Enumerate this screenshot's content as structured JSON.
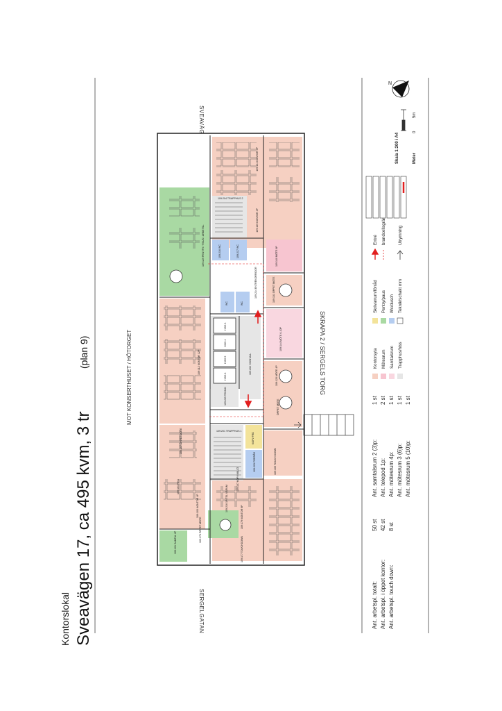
{
  "header": {
    "category": "Kontorslokal",
    "title_main": "Sveavägen 17, ca 495 kvm, 3 tr",
    "title_sub": "(plan 9)"
  },
  "streets": {
    "top": "SVEAVÄGEN",
    "bottom": "SERGELGATAN",
    "left": "MOT KONSERTHUSET / HÖTORGET",
    "right": "SKRAPA 2 / SERGELS TORG"
  },
  "rooms": {
    "kontor_4p_a": "109:134 KONTOR 4P",
    "kontor_4p_b": "109:139 KONTOR 4P",
    "trapphus_2": "109:204 TRAPPHUS 2",
    "pentry": "109:129 PENTRY / PAUS / ARBETSL.",
    "wc_a": "109:216 WC",
    "wc_b": "109:217 WC",
    "motesrum_6p": "109:140 MÖTE 6P",
    "entrekorridor": "109:214 ENTRÉKORRIDOR",
    "oppet_mote_a": "109:131 ÖPPET MÖTE",
    "wc_c": "WC",
    "wc_d": "WC",
    "hissar": "HISS 3",
    "hiss4": "HISS 4",
    "hiss5": "HISS 5",
    "hiss6": "HISS 6",
    "hisshall": "109:202 HISSHALL",
    "mote_10p": "109:144 MÖTE 6-10P",
    "kontor_12p": "109:112 KONTOR 12P",
    "teknik": "109:205 TEKNIK",
    "mote_4p": "109:120 MÖTE 4P",
    "oppet_mote_b": "ÖPPET MÖTE",
    "trapphus_1": "109:201 TRAPPHUS 1",
    "kopi": "KOPI/ FRD",
    "forrad": "109:203 FÖRRÅD",
    "touchdown_a": "109:105 TOUCH DOWN",
    "oppet_mote_c": "109:107 ÖPPET MÖTE",
    "kopi_miljo": "109:107 KOPI/ MILJÖ",
    "kontor_4p_c": "109:103 KONTOR 4P",
    "fika": "109:101 FIKA",
    "sam_1p": "109:216 1P/TEL VÄRUM",
    "kontor_9p": "109:179 KONTOR 9P",
    "oppet_mote_d": "109:176 ÖPPET MÖTE",
    "samtal_2": "109:101 SAMTAL 2P",
    "touchdown_b": "109:177 TOUCHDOWN"
  },
  "stats": {
    "left": [
      {
        "label": "Ant. arbetspl. totalt:",
        "value": "50 st"
      },
      {
        "label": "Ant. arbetspl. i öppet kontor:",
        "value": "42 st"
      },
      {
        "label": "Ant. arbetspl. touch down:",
        "value": "8 st"
      }
    ],
    "right": [
      {
        "label": "Ant. samtalsrum 2 (3)p:",
        "value": "1 st"
      },
      {
        "label": "Ant. telepod 1p:",
        "value": "2 st"
      },
      {
        "label": "Ant. mötesrum 4p:",
        "value": "1 st"
      },
      {
        "label": "Ant. mötesrum 3 (6)p:",
        "value": "1 st"
      },
      {
        "label": "Ant. mötesrum 5 (10)p:",
        "value": "1 st"
      }
    ]
  },
  "legend": {
    "items": [
      {
        "label": "Kontorsyta",
        "color": "#f6d0c2"
      },
      {
        "label": "Mötesrum",
        "color": "#f7c5d0"
      },
      {
        "label": "Samtalsrum",
        "color": "#f9d7e0"
      },
      {
        "label": "Trapphus/hiss",
        "color": "#e6e6e6"
      },
      {
        "label": "Skrivarrum/förråd",
        "color": "#f3e39a"
      },
      {
        "label": "Pentry/paus",
        "color": "#a9d9a3"
      },
      {
        "label": "Wc/dusch",
        "color": "#b5cdf0"
      },
      {
        "label": "Teknik/schakt mm",
        "color": "#ffffff"
      }
    ],
    "entrance": "Entré",
    "fire_line": "brandcellsgräns",
    "exit": "Utrymning"
  },
  "scale": {
    "label": "Skala 1:200 i A4",
    "unit": "Meter",
    "five": "5m",
    "zero": "0"
  },
  "colors": {
    "office": "#f6d0c2",
    "pentry": "#a9d9a3",
    "wc": "#b5cdf0",
    "meeting": "#f7c5d0",
    "stair": "#e6e6e6",
    "storage": "#f3e39a",
    "arrow": "#e21f1f"
  }
}
